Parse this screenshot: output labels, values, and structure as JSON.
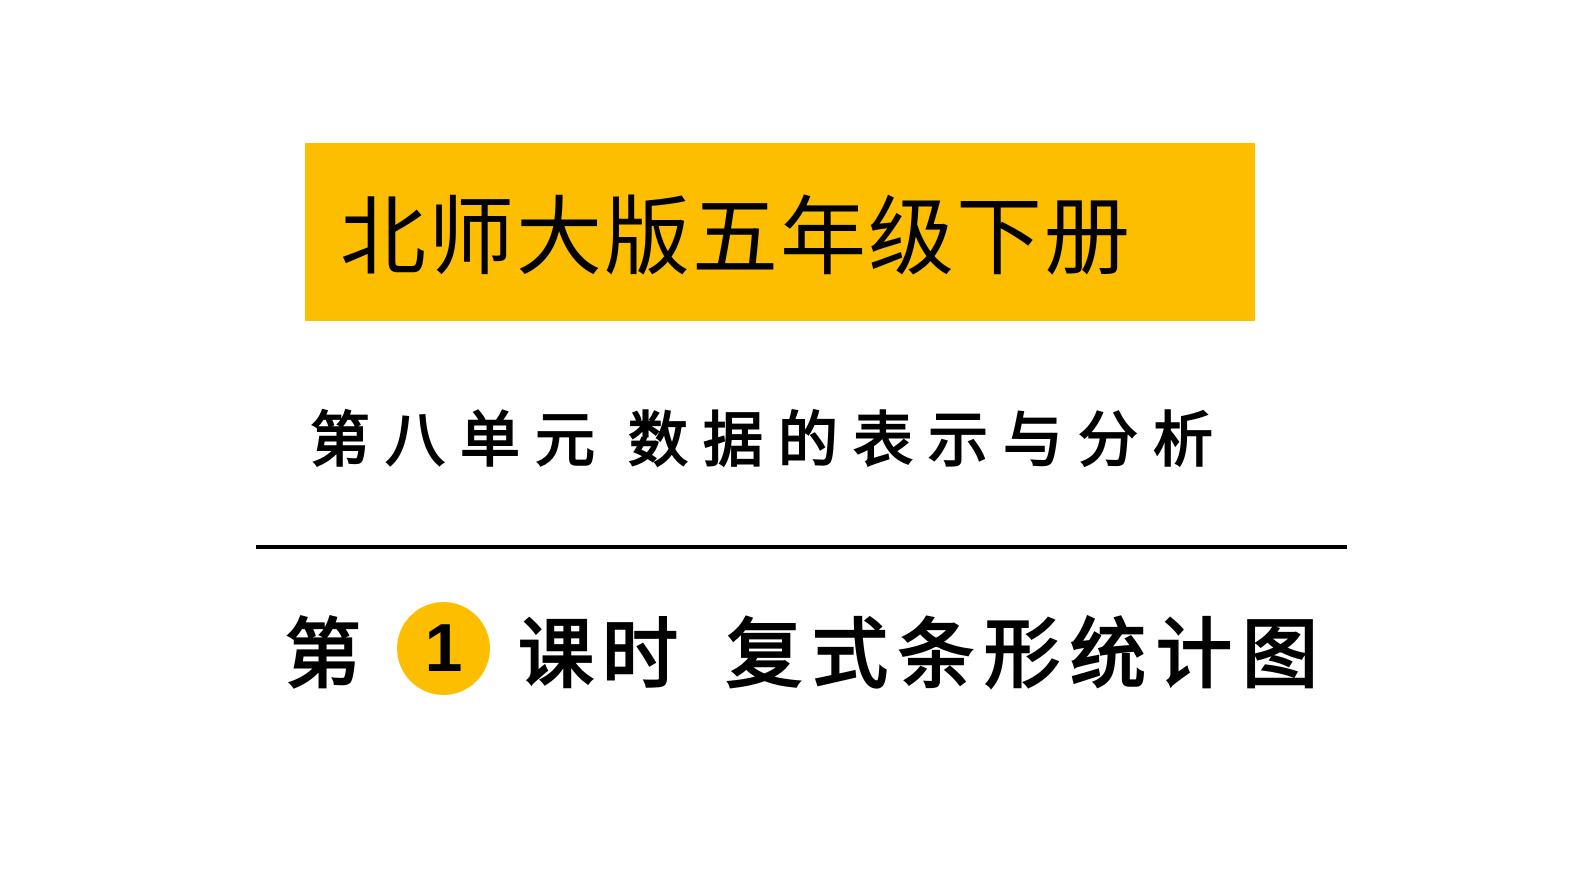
{
  "banner": {
    "title": "北师大版五年级下册",
    "background_color": "#FDBE00"
  },
  "unit": {
    "label": "第八单元",
    "title": "数据的表示与分析"
  },
  "lesson": {
    "prefix": "第",
    "number": "1",
    "suffix": "课时",
    "title": "复式条形统计图",
    "circle_color": "#FDBE00"
  }
}
